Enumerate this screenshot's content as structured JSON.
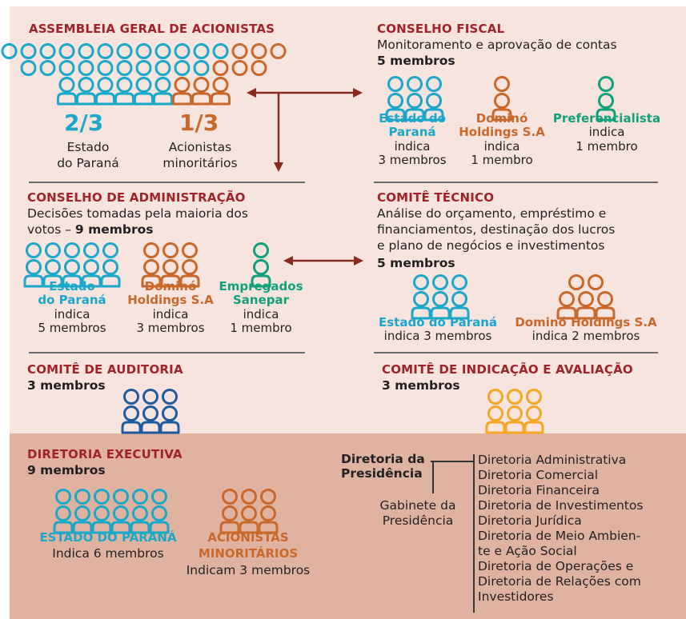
{
  "colors": {
    "cyan": "#1aa7c9",
    "orange": "#c8682a",
    "green": "#11a079",
    "navy": "#1f5aa0",
    "gold": "#f5a623",
    "title_red": "#a0232a",
    "bg_top": "#f7e4df",
    "bg_bottom": "#dfb3a0"
  },
  "assembleia": {
    "title": "ASSEMBLEIA GERAL DE ACIONISTAS",
    "state_fraction": "2/3",
    "state_label_1": "Estado",
    "state_label_2": "do Paraná",
    "minority_fraction": "1/3",
    "minority_label_1": "Acionistas",
    "minority_label_2": "minoritários"
  },
  "conselho_fiscal": {
    "title": "CONSELHO FISCAL",
    "desc": "Monitoramento e aprovação de contas",
    "members": "5 membros",
    "groups": [
      {
        "name_1": "Estado do",
        "name_2": "Paraná",
        "action": "indica",
        "count": "3 membros"
      },
      {
        "name_1": "Dominó",
        "name_2": "Holdings S.A",
        "action": "indica",
        "count": "1 membro"
      },
      {
        "name_1": "Preferencialista",
        "action": "indica",
        "count": "1 membro"
      }
    ]
  },
  "conselho_admin": {
    "title": "CONSELHO DE ADMINISTRAÇÃO",
    "desc_1": "Decisões tomadas pela maioria dos",
    "desc_2": "votos – ",
    "members": "9 membros",
    "groups": [
      {
        "name_1": "Estado",
        "name_2": "do Paraná",
        "action": "indica",
        "count": "5 membros"
      },
      {
        "name_1": "Dominó",
        "name_2": "Holdings S.A",
        "action": "indica",
        "count": "3 membros"
      },
      {
        "name_1": "Empregados",
        "name_2": "Sanepar",
        "action": "indica",
        "count": "1 membro"
      }
    ]
  },
  "comite_tecnico": {
    "title": "COMITÊ TÉCNICO",
    "desc_1": "Análise do orçamento, empréstimo e",
    "desc_2": "financiamentos, destinação dos lucros",
    "desc_3": "e plano de negócios e investimentos",
    "members": "5 membros",
    "groups": [
      {
        "name": "Estado do Paraná",
        "count": "indica 3 membros"
      },
      {
        "name": "Dominó Holdings S.A",
        "count": "indica 2 membros"
      }
    ]
  },
  "comite_auditoria": {
    "title": "COMITÊ DE AUDITORIA",
    "members": "3 membros"
  },
  "comite_indicacao": {
    "title": "COMITÊ DE INDICAÇÃO E AVALIAÇÃO",
    "members": "3 membros"
  },
  "diretoria": {
    "title": "DIRETORIA EXECUTIVA",
    "members": "9 membros",
    "state_label": "ESTADO DO PARANÁ",
    "state_count": "Indica 6 membros",
    "minority_label_1": "ACIONISTAS",
    "minority_label_2": "MINORITÁRIOS",
    "minority_count": "Indicam 3 membros",
    "presidencia_1": "Diretoria da",
    "presidencia_2": "Presidência",
    "gabinete_1": "Gabinete da",
    "gabinete_2": "Presidência",
    "list": [
      "Diretoria Administrativa",
      "Diretoria Comercial",
      "Diretoria Financeira",
      "Diretoria de Investimentos",
      "Diretoria Jurídica",
      "Diretoria de Meio Ambien-",
      "te e Ação Social",
      "Diretoria de Operações e",
      "Diretoria de Relações com",
      "Investidores"
    ]
  }
}
